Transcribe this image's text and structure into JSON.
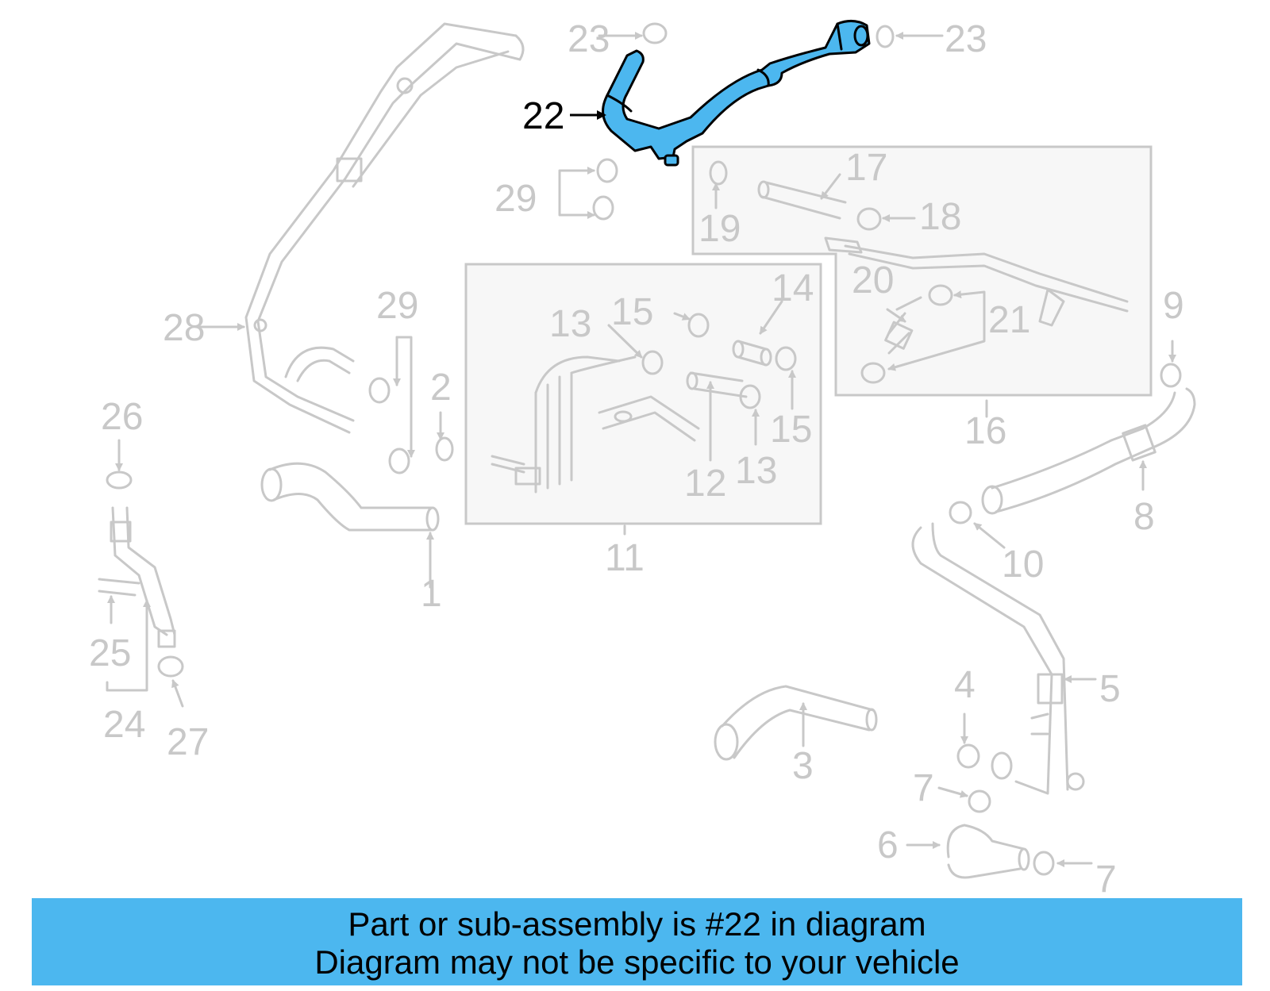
{
  "diagram": {
    "highlighted_part": "22",
    "colors": {
      "highlight": "#4cb7ef",
      "faded_line": "#c8c8c8",
      "active_text": "#000000",
      "box_fill": "#f7f7f7"
    },
    "callouts": {
      "c1": "1",
      "c2": "2",
      "c3": "3",
      "c4": "4",
      "c5": "5",
      "c6": "6",
      "c7a": "7",
      "c7b": "7",
      "c8": "8",
      "c9": "9",
      "c10": "10",
      "c11": "11",
      "c12": "12",
      "c13a": "13",
      "c13b": "13",
      "c14": "14",
      "c15a": "15",
      "c15b": "15",
      "c16": "16",
      "c17": "17",
      "c18": "18",
      "c19": "19",
      "c20": "20",
      "c21": "21",
      "c22": "22",
      "c23a": "23",
      "c23b": "23",
      "c24": "24",
      "c25": "25",
      "c26": "26",
      "c27": "27",
      "c28": "28",
      "c29a": "29",
      "c29b": "29"
    }
  },
  "banner": {
    "line1": "Part or sub-assembly is #22 in diagram",
    "line2": "Diagram may not be specific to your vehicle"
  }
}
